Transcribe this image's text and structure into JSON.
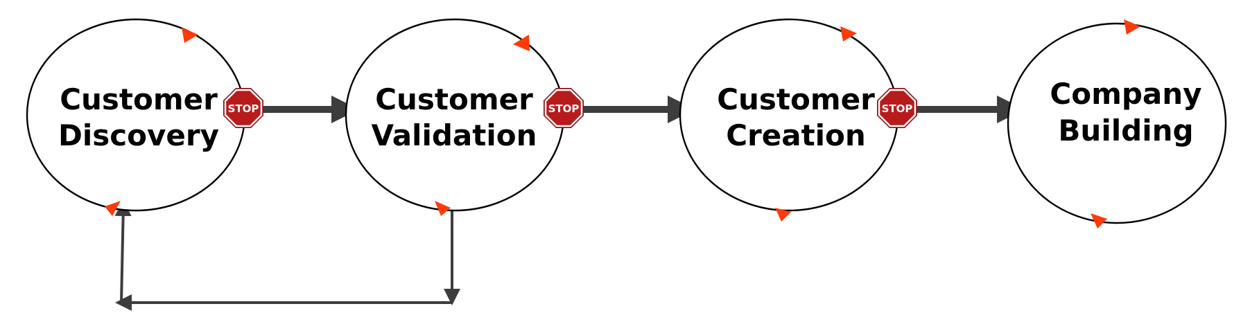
{
  "stages": [
    {
      "id": "customer-discovery",
      "line1": "Customer",
      "line2": "Discovery"
    },
    {
      "id": "customer-validation",
      "line1": "Customer",
      "line2": "Validation"
    },
    {
      "id": "customer-creation",
      "line1": "Customer",
      "line2": "Creation"
    },
    {
      "id": "company-building",
      "line1": "Company",
      "line2": "Building"
    }
  ],
  "stop_sign_text": "STOP",
  "colors": {
    "circle_stroke": "#000000",
    "flow_arrow": "#3d3d3d",
    "cycle_marker": "#ff3b0a",
    "stop_sign": "#b81b1b"
  },
  "icons": [
    "stop-sign-icon",
    "cycle-direction-marker"
  ]
}
